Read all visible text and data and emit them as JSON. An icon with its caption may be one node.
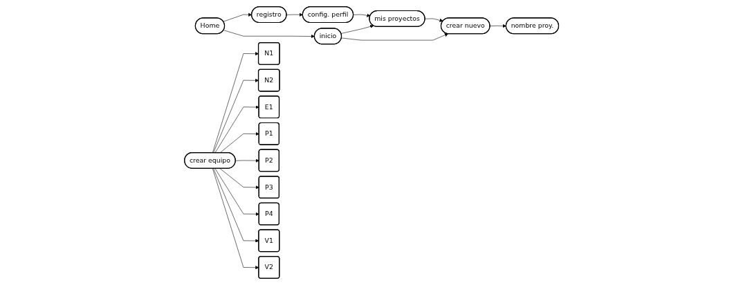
{
  "diagram": {
    "nodes": [
      {
        "text": [
          "Home"
        ]
      },
      {
        "text": [
          "registro"
        ]
      },
      {
        "text": [
          "config. perfil"
        ]
      },
      {
        "text": [
          "mis proyectos"
        ]
      },
      {
        "text": [
          "crear nuevo"
        ]
      },
      {
        "text": [
          "inicio"
        ]
      },
      {
        "text": [
          "nombre proy."
        ]
      },
      {
        "text": [
          "crear equipo"
        ]
      },
      {
        "text": [
          "N1"
        ]
      },
      {
        "text": [
          "N2"
        ]
      },
      {
        "text": [
          "E1"
        ]
      },
      {
        "text": [
          "P1"
        ]
      },
      {
        "text": [
          "P2"
        ]
      },
      {
        "text": [
          "P3"
        ]
      },
      {
        "text": [
          "P4"
        ]
      },
      {
        "text": [
          "V1"
        ]
      },
      {
        "text": [
          "V2"
        ]
      }
    ],
    "edges": [
      {
        "from": 0,
        "to": 1,
        "arrow": "to"
      },
      {
        "from": 0,
        "to": 5,
        "arrow": "to"
      },
      {
        "from": 1,
        "to": 2,
        "arrow": "to"
      },
      {
        "from": 2,
        "to": 3,
        "arrow": "to"
      },
      {
        "from": 3,
        "to": 4,
        "arrow": "to"
      },
      {
        "from": 5,
        "to": 3,
        "arrow": "to"
      },
      {
        "from": 5,
        "to": 4,
        "arrow": "to"
      },
      {
        "from": 4,
        "to": 6,
        "arrow": "to"
      },
      {
        "from": 7,
        "to": 8,
        "arrow": "to"
      },
      {
        "from": 7,
        "to": 9,
        "arrow": "to"
      },
      {
        "from": 7,
        "to": 10,
        "arrow": "to"
      },
      {
        "from": 7,
        "to": 11,
        "arrow": "to"
      },
      {
        "from": 7,
        "to": 12,
        "arrow": "to"
      },
      {
        "from": 7,
        "to": 13,
        "arrow": "to"
      },
      {
        "from": 7,
        "to": 14,
        "arrow": "to"
      },
      {
        "from": 7,
        "to": 15,
        "arrow": "to"
      },
      {
        "from": 7,
        "to": 16,
        "arrow": "to"
      }
    ]
  }
}
